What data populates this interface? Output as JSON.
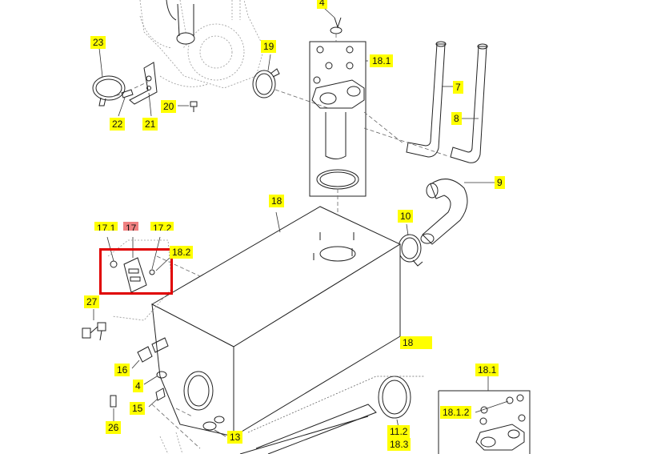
{
  "callouts": {
    "c4_top": "4",
    "c23": "23",
    "c19": "19",
    "c18_1_top": "18.1",
    "c7": "7",
    "c20": "20",
    "c8": "8",
    "c22": "22",
    "c21": "21",
    "c18_tank": "18",
    "c9": "9",
    "c10": "10",
    "c17_1": "17.1",
    "c17": "17",
    "c17_2": "17.2",
    "c18_2": "18.2",
    "c27": "27",
    "c18_right": "18",
    "c16": "16",
    "c4_mid": "4",
    "c15": "15",
    "c26": "26",
    "c13": "13",
    "c11_2": "11.2",
    "c18_3": "18.3",
    "c18_1_bottom": "18.1",
    "c18_1_2": "18.1.2"
  },
  "highlighted_callout": "17",
  "colors": {
    "callout_bg": "#ffff00",
    "callout_active_bg": "#f08080",
    "selection_border": "#e00000"
  }
}
